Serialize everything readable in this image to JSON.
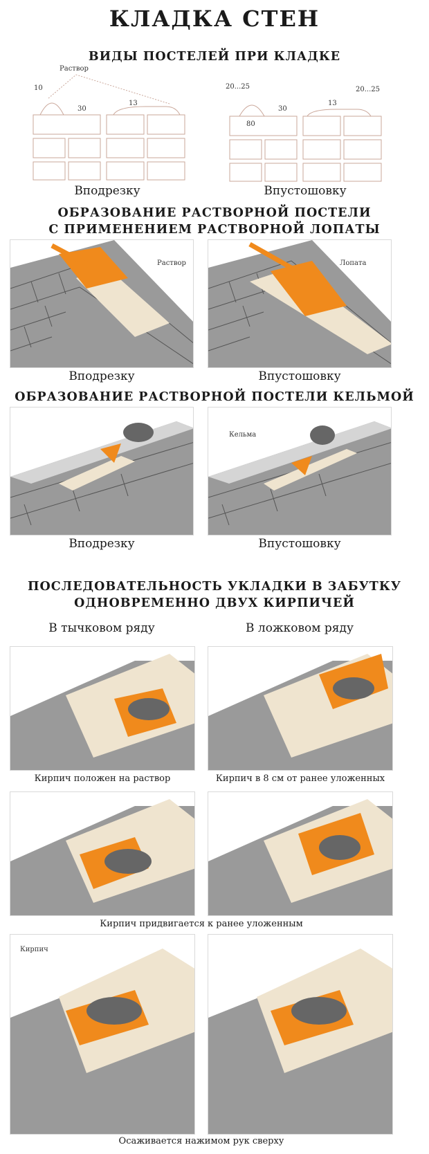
{
  "page_title": "КЛАДКА СТЕН",
  "section1": {
    "heading": "ВИДЫ ПОСТЕЛЕЙ ПРИ КЛАДКЕ",
    "left": {
      "caption": "Вподрезку",
      "label_mortar": "Раствор",
      "dim_a": "10",
      "dim_b": "30",
      "dim_c": "13"
    },
    "right": {
      "caption": "Впустошовку",
      "dim_a": "20...25",
      "dim_b": "30",
      "dim_c": "13",
      "dim_d": "20...25",
      "dim_e": "80"
    }
  },
  "section2": {
    "heading_line1": "ОБРАЗОВАНИЕ РАСТВОРНОЙ ПОСТЕЛИ",
    "heading_line2": "С ПРИМЕНЕНИЕМ РАСТВОРНОЙ ЛОПАТЫ",
    "left": {
      "caption": "Вподрезку",
      "label": "Раствор"
    },
    "right": {
      "caption": "Впустошовку",
      "label": "Лопата"
    }
  },
  "section3": {
    "heading": "ОБРАЗОВАНИЕ РАСТВОРНОЙ ПОСТЕЛИ КЕЛЬМОЙ",
    "left": {
      "caption": "Вподрезку"
    },
    "right": {
      "caption": "Впустошовку",
      "label": "Кельма"
    }
  },
  "section4": {
    "heading_line1": "ПОСЛЕДОВАТЕЛЬНОСТЬ УКЛАДКИ В ЗАБУТКУ",
    "heading_line2": "ОДНОВРЕМЕННО ДВУХ КИРПИЧЕЙ",
    "col_left": "В тычковом ряду",
    "col_right": "В ложковом ряду",
    "caption_row1_left": "Кирпич положен на раствор",
    "caption_row1_right": "Кирпич в 8 см от ранее уложенных",
    "caption_row2": "Кирпич придвигается к ранее уложенным",
    "caption_row3": "Осаживается нажимом рук сверху",
    "label_brick": "Кирпич"
  },
  "colors": {
    "accent_orange": "#f08a1c",
    "brick_grey": "#8e8e8e",
    "mortar": "#f1e7d6"
  }
}
